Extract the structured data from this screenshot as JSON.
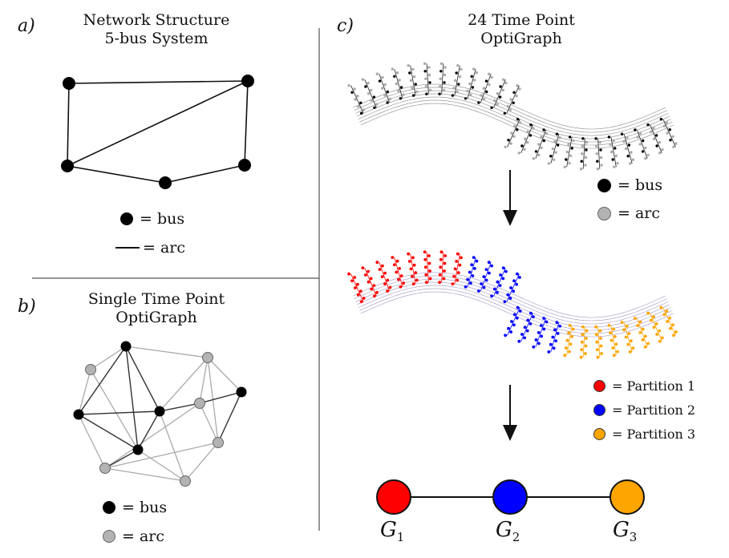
{
  "panel_a": {
    "label": "a)",
    "title_line1": "Network Structure",
    "title_line2": "5-bus System",
    "legend_bus": "= bus",
    "legend_arc": "= arc"
  },
  "panel_b": {
    "label": "b)",
    "title_line1": "Single Time Point",
    "title_line2": "OptiGraph",
    "legend_bus": "= bus",
    "legend_arc": "= arc"
  },
  "panel_c": {
    "label": "c)",
    "title_line1": "24 Time Point",
    "title_line2": "OptiGraph",
    "legend_bus": "= bus",
    "legend_arc": "= arc",
    "partitions": [
      {
        "label": "= Partition 1",
        "color": "#ff0000"
      },
      {
        "label": "= Partition 2",
        "color": "#0000ff"
      },
      {
        "label": "= Partition 3",
        "color": "#ffa500"
      }
    ],
    "subgraphs": [
      {
        "name": "G",
        "sub": "1"
      },
      {
        "name": "G",
        "sub": "2"
      },
      {
        "name": "G",
        "sub": "3"
      }
    ]
  },
  "colors": {
    "bus": "#000000",
    "arc": "#b3b3b3",
    "partition_1": "#ff0000",
    "partition_2": "#0000ff",
    "partition_3": "#ffa500"
  }
}
